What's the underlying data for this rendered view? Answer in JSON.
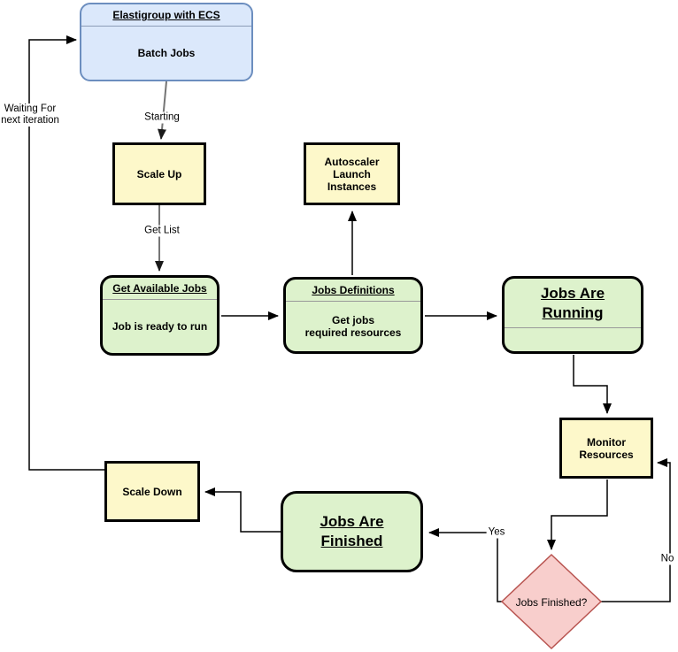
{
  "nodes": {
    "elastigroup": {
      "title": "Elastigroup with ECS",
      "body": "Batch Jobs"
    },
    "scale_up": {
      "label": "Scale Up"
    },
    "autoscaler": {
      "label": "Autoscaler\nLaunch\nInstances"
    },
    "get_available_jobs": {
      "title": "Get Available Jobs",
      "body": "Job is ready to run"
    },
    "jobs_definitions": {
      "title": "Jobs Definitions",
      "body": "Get jobs\nrequired resources"
    },
    "jobs_are_running": {
      "title": "Jobs Are\nRunning"
    },
    "monitor_resources": {
      "label": "Monitor\nResources"
    },
    "scale_down": {
      "label": "Scale Down"
    },
    "jobs_are_finished": {
      "title": "Jobs Are\nFinished"
    },
    "jobs_finished_decision": {
      "label": "Jobs Finished?"
    }
  },
  "edge_labels": {
    "waiting": "Waiting For\nnext iteration",
    "starting": "Starting",
    "get_list": "Get List",
    "yes": "Yes",
    "no": "No"
  },
  "colors": {
    "process_fill": "#FDF8CA",
    "process_border": "#000000",
    "state_fill": "#DDF2CC",
    "state_border": "#000000",
    "start_fill": "#DBE8FB",
    "start_border": "#6C8EBF",
    "decision_fill": "#F8CECC",
    "decision_border": "#B85450",
    "edge_black": "#000000",
    "edge_gray": "#757575"
  }
}
